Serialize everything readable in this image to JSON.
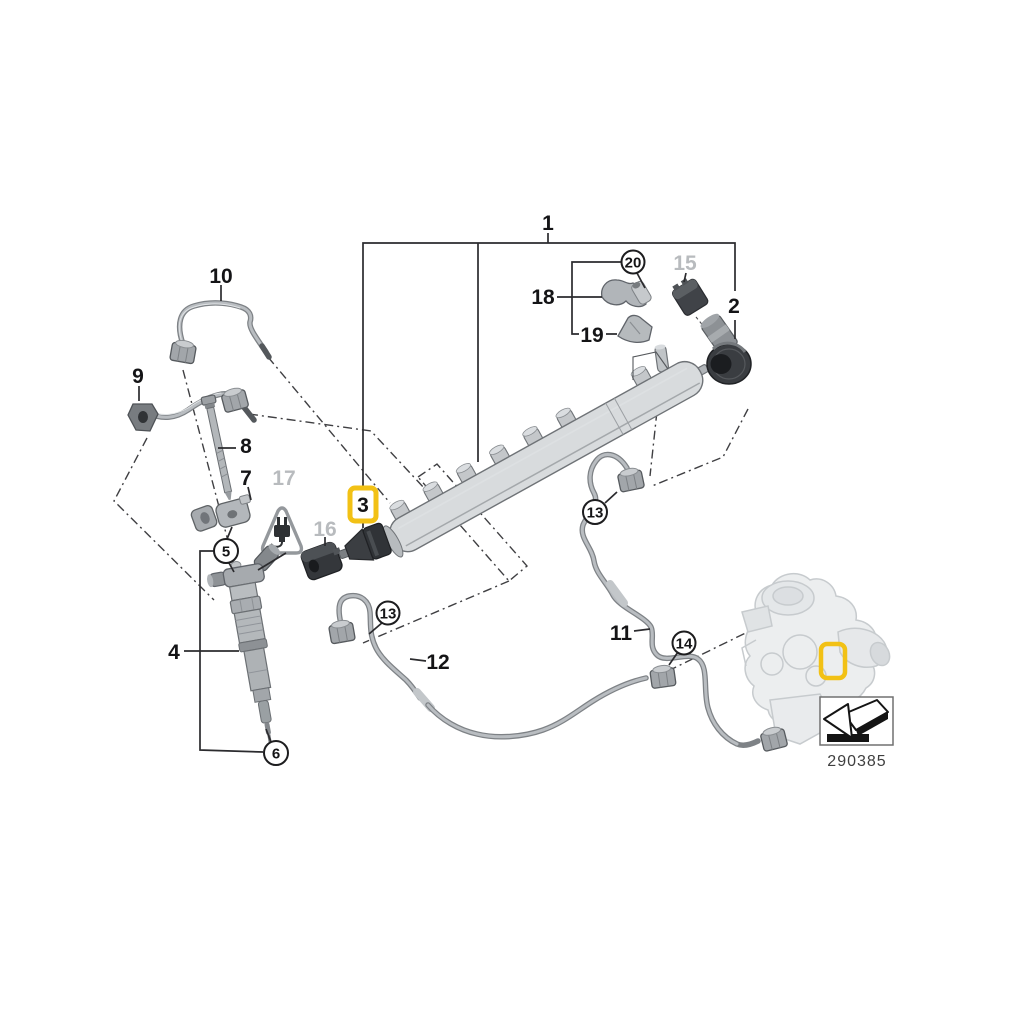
{
  "diagram": {
    "description": "Exploded parts diagram - fuel injection system (high pressure rail, injectors, lines, pump)",
    "callouts": {
      "n1": "1",
      "n2": "2",
      "n3": "3",
      "n4": "4",
      "n5": "5",
      "n6": "6",
      "n7": "7",
      "n8": "8",
      "n9": "9",
      "n10": "10",
      "n11": "11",
      "n12": "12",
      "n13": "13",
      "n14": "14",
      "n15": "15",
      "n16": "16",
      "n17": "17",
      "n18": "18",
      "n19": "19",
      "n20": "20"
    },
    "highlighted_callouts": [
      "3"
    ],
    "ghost_callouts": [
      "15",
      "16",
      "17"
    ],
    "circled_callouts": [
      "5",
      "6",
      "13",
      "14",
      "20"
    ],
    "legend": {
      "image_code": "290385"
    },
    "icons": {
      "warning": "plug-warning-triangle-icon",
      "legend_arrow": "direction-arrow-icon"
    },
    "colors": {
      "highlight_yellow": "#F2C115",
      "ghost_gray": "#B8BBBE",
      "line_dark": "#2B2B2E"
    }
  }
}
